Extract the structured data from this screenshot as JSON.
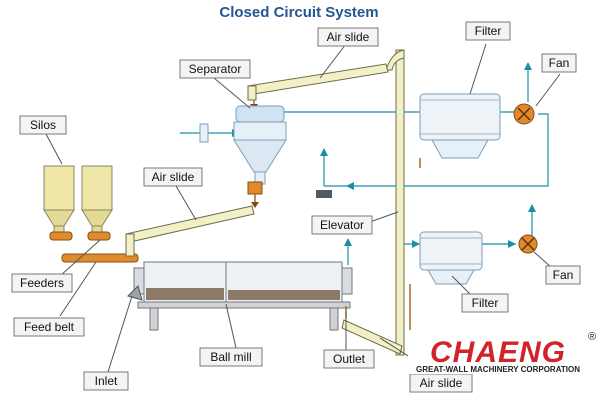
{
  "title": "Closed Circuit System",
  "labels": {
    "air_slide_top": "Air slide",
    "filter_top": "Filter",
    "fan_top": "Fan",
    "separator": "Separator",
    "silos": "Silos",
    "air_slide_left": "Air slide",
    "elevator": "Elevator",
    "feeders": "Feeders",
    "fan_bottom": "Fan",
    "filter_bottom": "Filter",
    "feed_belt": "Feed belt",
    "inlet": "Inlet",
    "ball_mill": "Ball mill",
    "outlet": "Outlet",
    "air_slide_bottom": "Air slide"
  },
  "logo": {
    "name": "CHAENG",
    "registered": "®",
    "tagline": "GREAT-WALL MACHINERY CORPORATION"
  },
  "colors": {
    "title": "#23578f",
    "flow_line": "#1b8fa8",
    "logo_red": "#d2232a",
    "equipment_light": "#e6f0f8",
    "silo": "#efe7a8",
    "feeder_orange": "#e08a2e"
  }
}
